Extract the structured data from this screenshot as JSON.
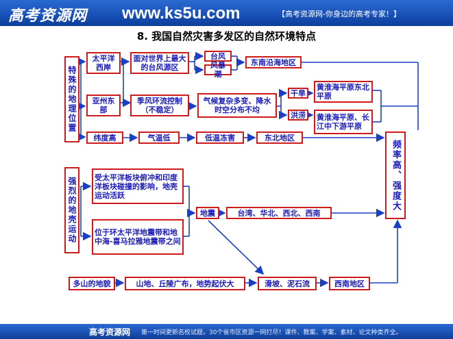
{
  "header": {
    "logo": "高考资源网",
    "url": "www.ks5u.com",
    "slogan": "【高考资源网-你身边的高考专家！】"
  },
  "title": "8. 我国自然灾害多发区的自然环境特点",
  "nodes": {
    "special_location": "特殊的地理位置",
    "pacific_west": "太平洋西岸",
    "typhoon_source": "面对世界上最大的台风源区",
    "typhoon": "台风",
    "storm_surge": "风暴潮",
    "southeast_coast": "东南沿海地区",
    "asia_east": "亚州东部",
    "monsoon": "季风环流控制（不稳定）",
    "climate_change": "气候复杂多变、降水时空分布不均",
    "drought": "干旱",
    "drought_region": "黄淮海平原东北平原",
    "flood": "洪涝",
    "flood_region": "黄淮海平原、长江中下游平原",
    "high_lat": "纬度高",
    "low_temp": "气温低",
    "cold_damage": "低温冻害",
    "northeast": "东北地区",
    "crust": "强烈的地壳运动",
    "plate1": "受太平洋板块俯冲和印度洋板块碰撞的影响，地壳运动活跃",
    "plate2": "位于环太平洋地震带和地中海-喜马拉雅地震带之间",
    "earthquake": "地震",
    "quake_regions": "台湾、华北、西北、西南",
    "result": "频率高、强度大",
    "mountain_terrain": "多山的地貌",
    "mountains": "山地、丘陵广布，地势起伏大",
    "landslide": "滑坡、泥石流",
    "southwest": "西南地区"
  },
  "footer": {
    "brand": "高考资源网",
    "text": "第一时间更新名校试题，30个省市区资源一网打尽！课件、教案、学案、素材、论文种类齐全。"
  },
  "colors": {
    "border": "#cc1a1a",
    "text": "#1a1ab8",
    "line": "#1a3fc4",
    "header": "#1a52b8"
  }
}
